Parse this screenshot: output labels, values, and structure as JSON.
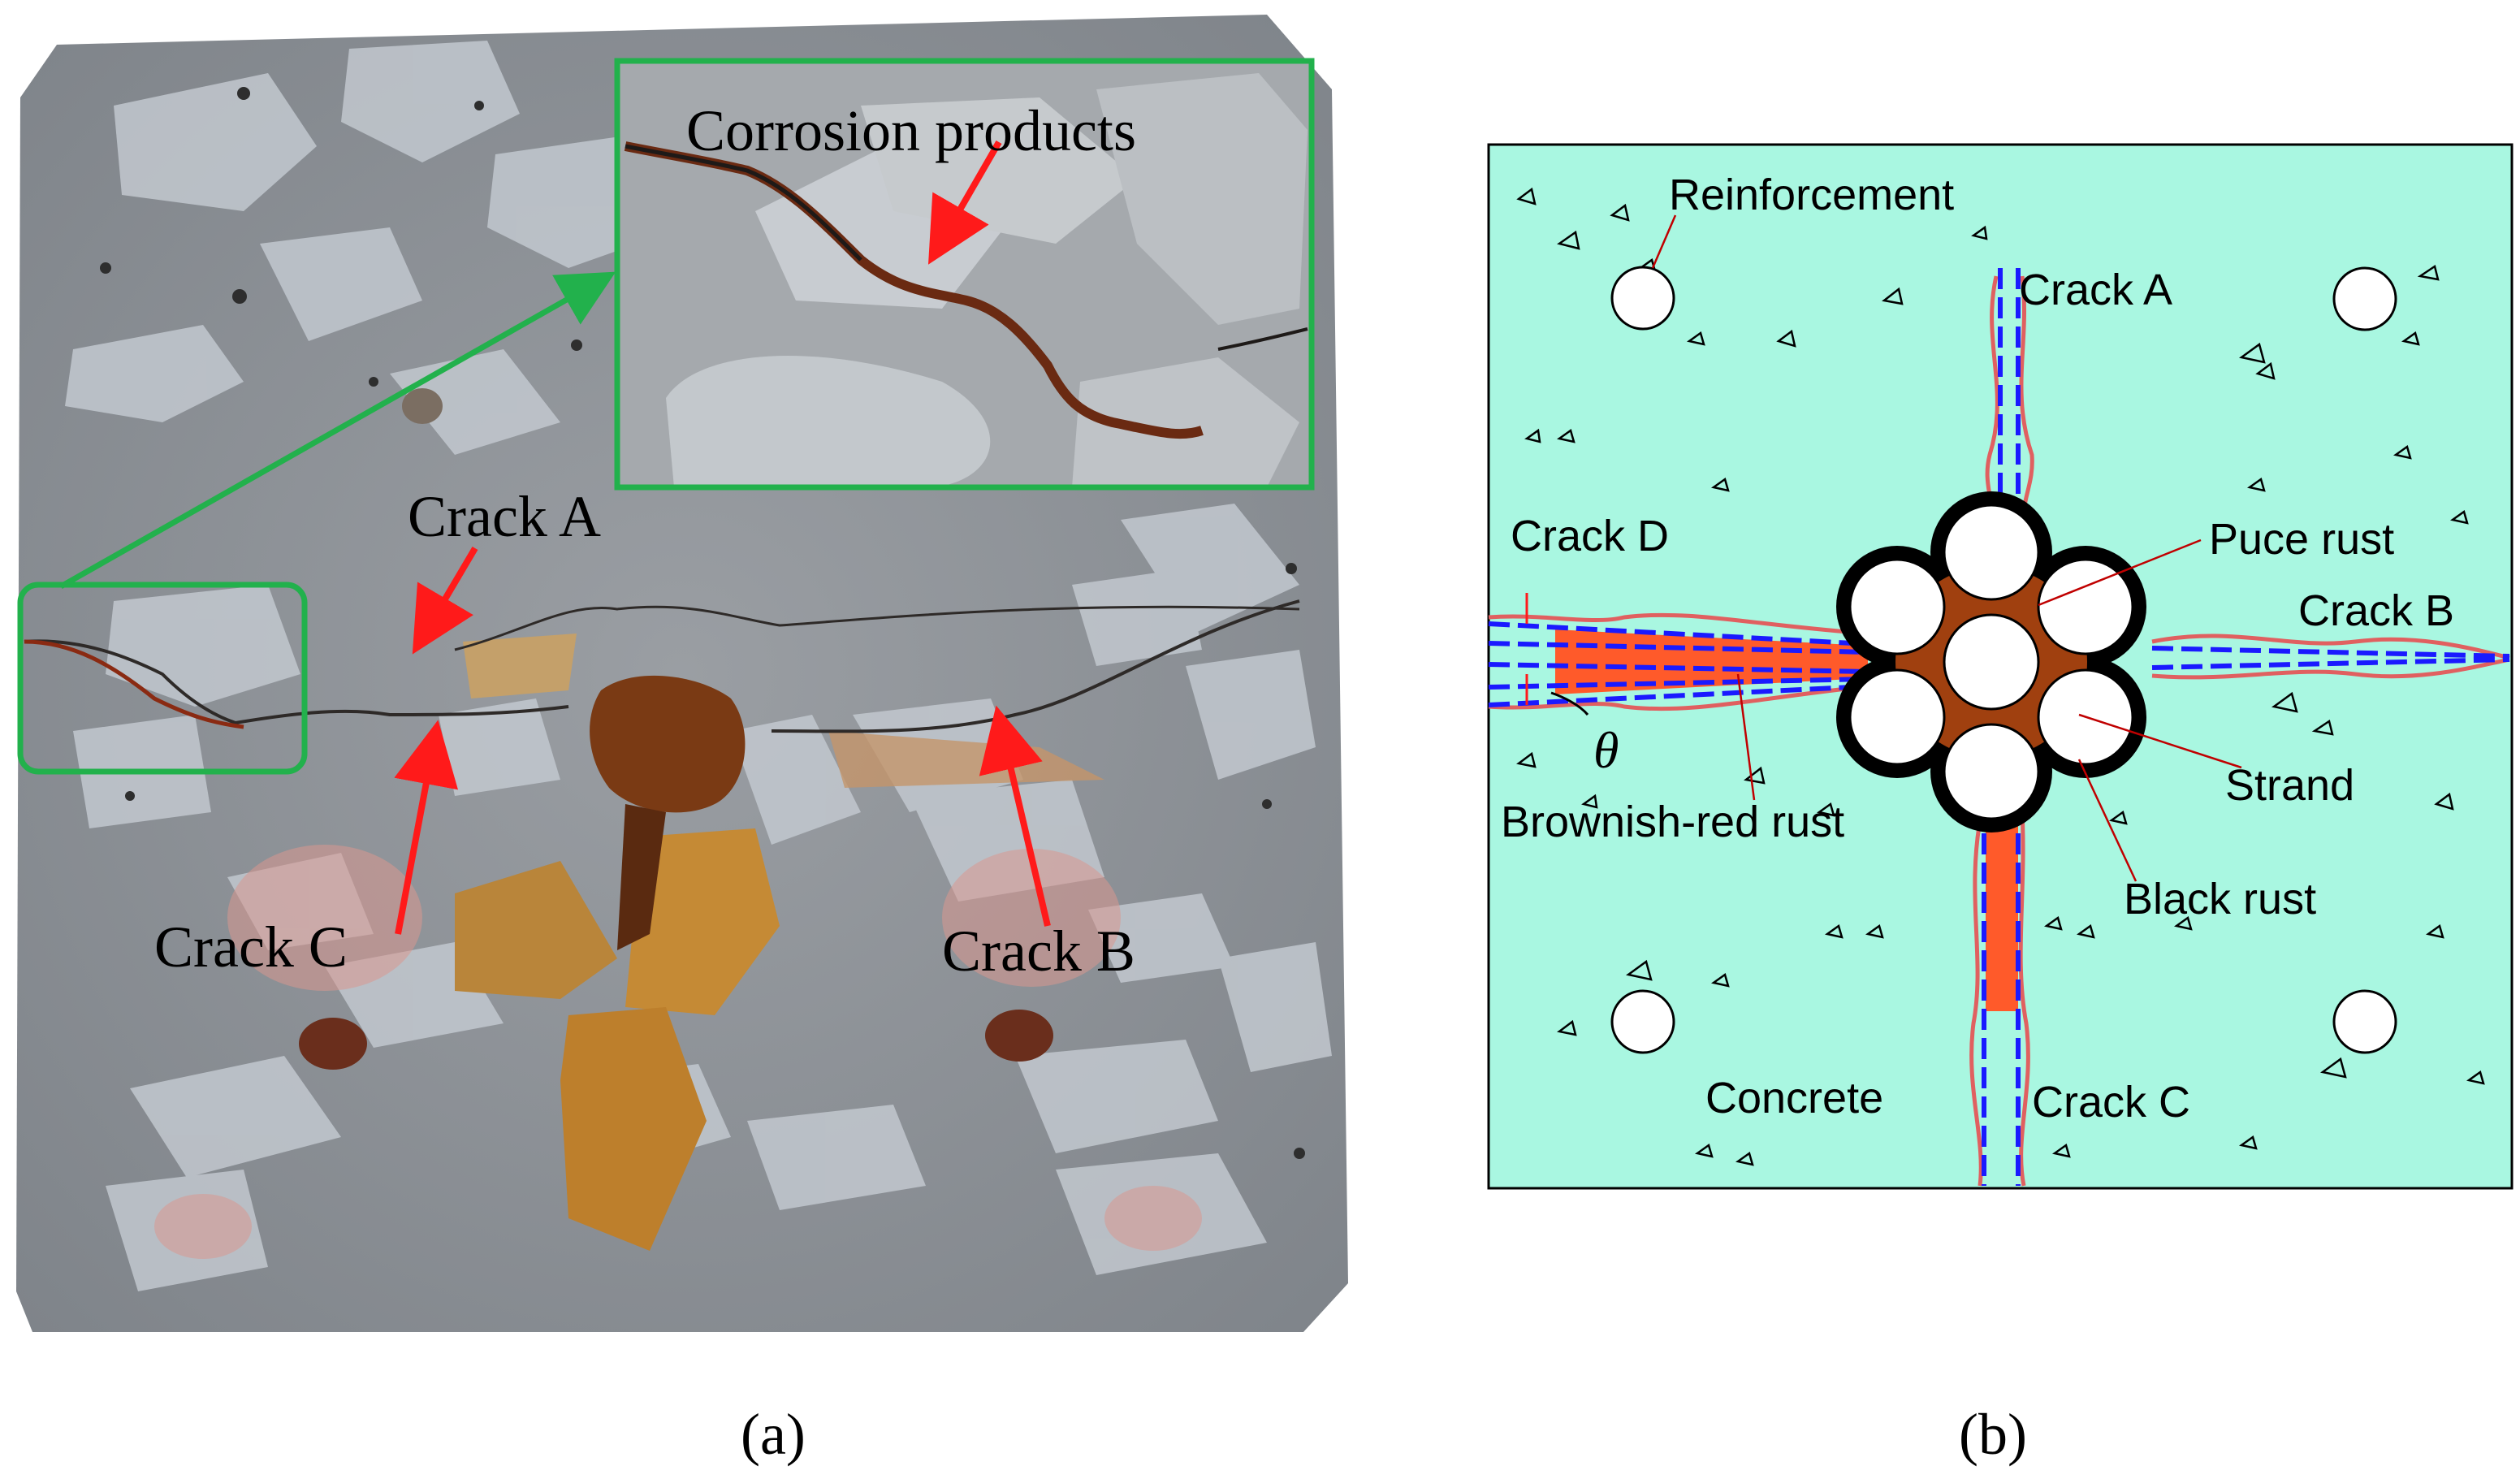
{
  "panel_a": {
    "inset_label": "Corrosion products",
    "labels": {
      "crack_a": "Crack A",
      "crack_b": "Crack B",
      "crack_c": "Crack C"
    },
    "caption": "(a)"
  },
  "panel_b": {
    "labels": {
      "reinforcement": "Reinforcement",
      "crack_a": "Crack A",
      "crack_b": "Crack B",
      "crack_c": "Crack C",
      "crack_d": "Crack D",
      "puce_rust": "Puce rust",
      "strand": "Strand",
      "black_rust": "Black rust",
      "brownish_red_rust": "Brownish-red rust",
      "concrete": "Concrete",
      "theta": "θ"
    },
    "caption": "(b)"
  },
  "colors": {
    "concrete_bg": "#a9f7e1",
    "arrow_red": "#ff1a1a",
    "inset_green": "#22b14c",
    "rust_orange": "#ff5a2a",
    "puce": "#a0400f",
    "dash_blue": "#1a1aff",
    "crack_line": "#e06060"
  }
}
